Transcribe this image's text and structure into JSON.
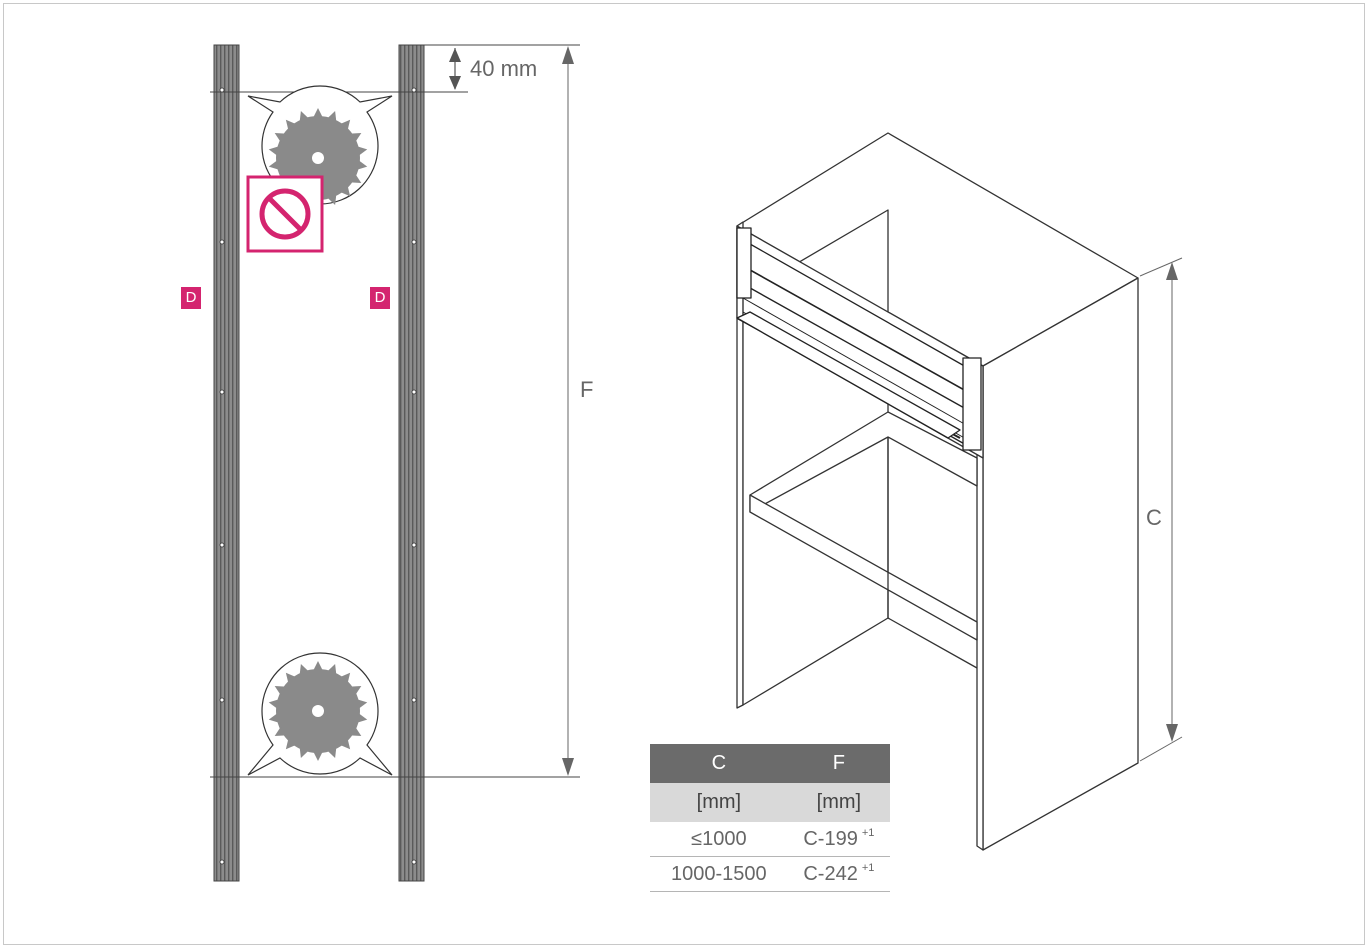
{
  "labels": {
    "dim_40": "40 mm",
    "dim_F": "F",
    "dim_C": "C",
    "badge_left": "D",
    "badge_right": "D"
  },
  "icons": [
    "saw-blade-icon",
    "prohibited-icon"
  ],
  "colors": {
    "warning": "#d4246f",
    "table_header": "#6b6b6b",
    "table_subheader": "#d9d9d9"
  },
  "table": {
    "headers": [
      "C",
      "F"
    ],
    "units": [
      "[mm]",
      "[mm]"
    ],
    "rows": [
      {
        "c": "≤1000",
        "f": "C-199",
        "tol": "+1"
      },
      {
        "c": "1000-1500",
        "f": "C-242",
        "tol": "+1"
      }
    ]
  }
}
